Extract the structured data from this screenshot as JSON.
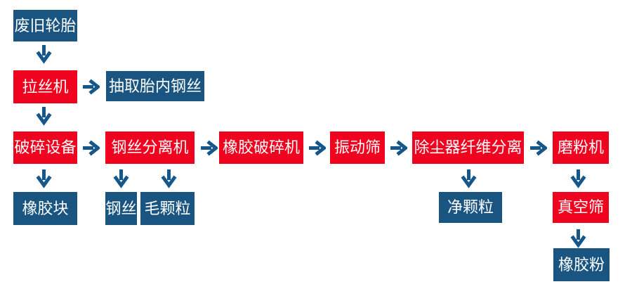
{
  "flowchart": {
    "description": "waste-tire-recycling-process-flowchart",
    "nodes": {
      "waste_tires": "废旧轮胎",
      "wire_drawing_machine": "拉丝机",
      "extract_tire_steel_wire": "抽取胎内钢丝",
      "crushing_equipment": "破碎设备",
      "steel_wire_separator": "钢丝分离机",
      "rubber_crusher": "橡胶破碎机",
      "vibrating_screen": "振动筛",
      "dust_collector_fiber_separation": "除尘器纤维分离",
      "mill": "磨粉机",
      "rubber_block": "橡胶块",
      "steel_wire": "钢丝",
      "rough_granule": "毛颗粒",
      "clean_granule": "净颗粒",
      "vacuum_screen": "真空筛",
      "rubber_powder": "橡胶粉"
    },
    "colors": {
      "process_red": "#f0031f",
      "result_blue": "#1a5582",
      "arrow_blue": "#16578b",
      "label_white": "#ffffff",
      "background": "#ffffff"
    }
  }
}
